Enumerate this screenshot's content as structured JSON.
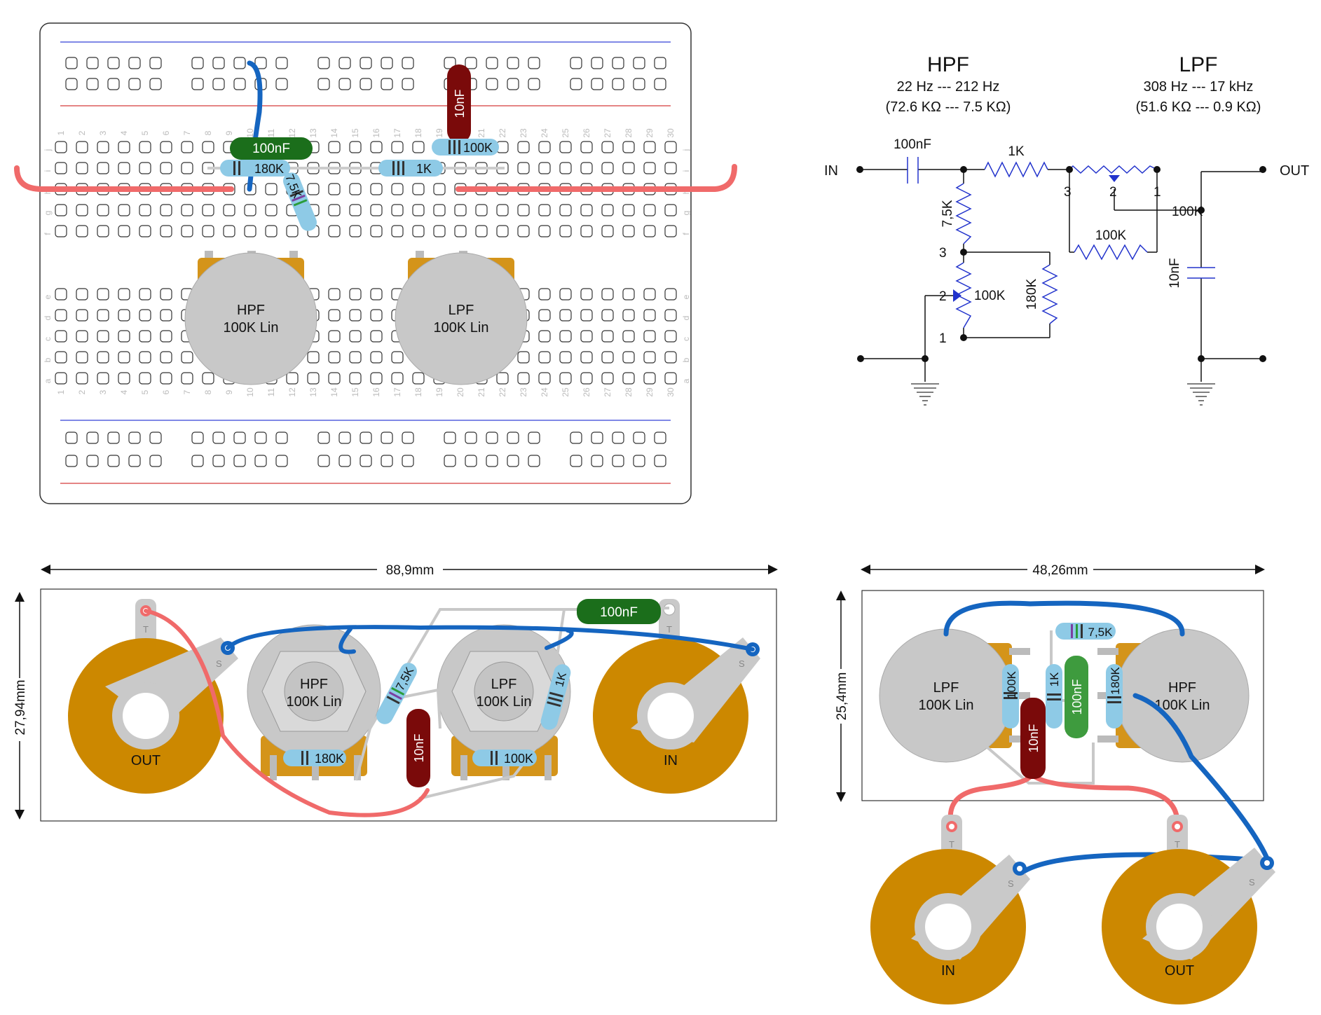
{
  "schematic": {
    "hpf_title": "HPF",
    "hpf_range": "22 Hz --- 212 Hz",
    "hpf_ohms": "(72.6 KΩ --- 7.5 KΩ)",
    "lpf_title": "LPF",
    "lpf_range": "308 Hz --- 17 kHz",
    "lpf_ohms": "(51.6 KΩ --- 0.9 KΩ)",
    "in_label": "IN",
    "out_label": "OUT",
    "cap_in": "100nF",
    "r_series": "1K",
    "r_shunt": "7,5K",
    "pot_hpf": "100K",
    "r_parallel": "180K",
    "pot_lpf": "100K",
    "r_lpf_parallel": "100K",
    "cap_lpf": "10nF",
    "pin3": "3",
    "pin2": "2",
    "pin1": "1"
  },
  "breadboard": {
    "pot_hpf_name": "HPF",
    "pot_hpf_value": "100K Lin",
    "pot_lpf_name": "LPF",
    "pot_lpf_value": "100K Lin",
    "cap_100n": "100nF",
    "cap_10n": "10nF",
    "r_180k": "180K",
    "r_7k5": "7,5K",
    "r_1k": "1K",
    "r_100k": "100K",
    "columns": [
      "1",
      "2",
      "3",
      "4",
      "5",
      "6",
      "7",
      "8",
      "9",
      "10",
      "11",
      "12",
      "13",
      "14",
      "15",
      "16",
      "17",
      "18",
      "19",
      "20",
      "21",
      "22",
      "23",
      "24",
      "25",
      "26",
      "27",
      "28",
      "29",
      "30"
    ],
    "rows_top": [
      "j",
      "i",
      "h",
      "g",
      "f"
    ],
    "rows_bottom": [
      "e",
      "d",
      "c",
      "b",
      "a"
    ]
  },
  "layout_long": {
    "width_dim": "88,9mm",
    "height_dim": "27,94mm",
    "jack_out": "OUT",
    "jack_in": "IN",
    "pot_hpf_name": "HPF",
    "pot_hpf_value": "100K Lin",
    "pot_lpf_name": "LPF",
    "pot_lpf_value": "100K Lin",
    "cap_100n": "100nF",
    "cap_10n": "10nF",
    "r_180k": "180K",
    "r_7k5": "7,5K",
    "r_1k": "1K",
    "r_100k": "100K",
    "tip": "T",
    "sleeve": "S"
  },
  "layout_short": {
    "width_dim": "48,26mm",
    "height_dim": "25,4mm",
    "jack_in": "IN",
    "jack_out": "OUT",
    "pot_lpf_name": "LPF",
    "pot_lpf_value": "100K Lin",
    "pot_hpf_name": "HPF",
    "pot_hpf_value": "100K Lin",
    "cap_100n": "100nF",
    "cap_10n": "10nF",
    "r_7k5": "7,5K",
    "r_100k": "100K",
    "r_1k": "1K",
    "r_180k": "180K",
    "tip": "T",
    "sleeve": "S"
  },
  "colors": {
    "wire_blue": "#1565c0",
    "wire_red": "#f06a6a",
    "pot_body": "#d4941a",
    "jack_body": "#cc8800",
    "cap_green": "#1b6e1b",
    "cap_red": "#7a0a0a",
    "resistor": "#8ecae6",
    "schem_blue": "#2233cc"
  }
}
